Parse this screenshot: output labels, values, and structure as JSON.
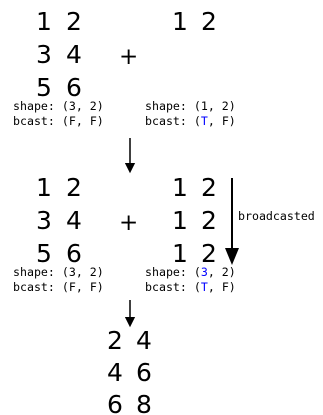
{
  "palette": {
    "text": "#000000",
    "broadcast_highlight": "#0000ff"
  },
  "step1": {
    "left_matrix": [
      [
        "1",
        "2"
      ],
      [
        "3",
        "4"
      ],
      [
        "5",
        "6"
      ]
    ],
    "operator": "+",
    "right_matrix": [
      [
        "1",
        "2"
      ]
    ],
    "left_shape_label": "shape:",
    "left_shape_value": "(3, 2)",
    "left_bcast_label": "bcast:",
    "left_bcast_open": "(",
    "left_bcast_a": "F",
    "left_bcast_sep": ", ",
    "left_bcast_b": "F",
    "left_bcast_close": ")",
    "right_shape_label": "shape:",
    "right_shape_value": "(1, 2)",
    "right_bcast_label": "bcast:",
    "right_bcast_open": "(",
    "right_bcast_a": "T",
    "right_bcast_sep": ", ",
    "right_bcast_b": "F",
    "right_bcast_close": ")"
  },
  "step2": {
    "left_matrix": [
      [
        "1",
        "2"
      ],
      [
        "3",
        "4"
      ],
      [
        "5",
        "6"
      ]
    ],
    "operator": "+",
    "right_matrix": [
      [
        "1",
        "2"
      ],
      [
        "1",
        "2"
      ],
      [
        "1",
        "2"
      ]
    ],
    "broadcast_label": "broadcasted",
    "left_shape_label": "shape:",
    "left_shape_value": "(3, 2)",
    "left_bcast_label": "bcast:",
    "left_bcast_open": "(",
    "left_bcast_a": "F",
    "left_bcast_sep": ", ",
    "left_bcast_b": "F",
    "left_bcast_close": ")",
    "right_shape_label": "shape:",
    "right_shape_open": "(",
    "right_shape_a": "3",
    "right_shape_rest": ", 2)",
    "right_bcast_label": "bcast:",
    "right_bcast_open": "(",
    "right_bcast_a": "T",
    "right_bcast_sep": ", ",
    "right_bcast_b": "F",
    "right_bcast_close": ")"
  },
  "result": {
    "matrix": [
      [
        "2",
        "4"
      ],
      [
        "4",
        "6"
      ],
      [
        "6",
        "8"
      ]
    ]
  }
}
